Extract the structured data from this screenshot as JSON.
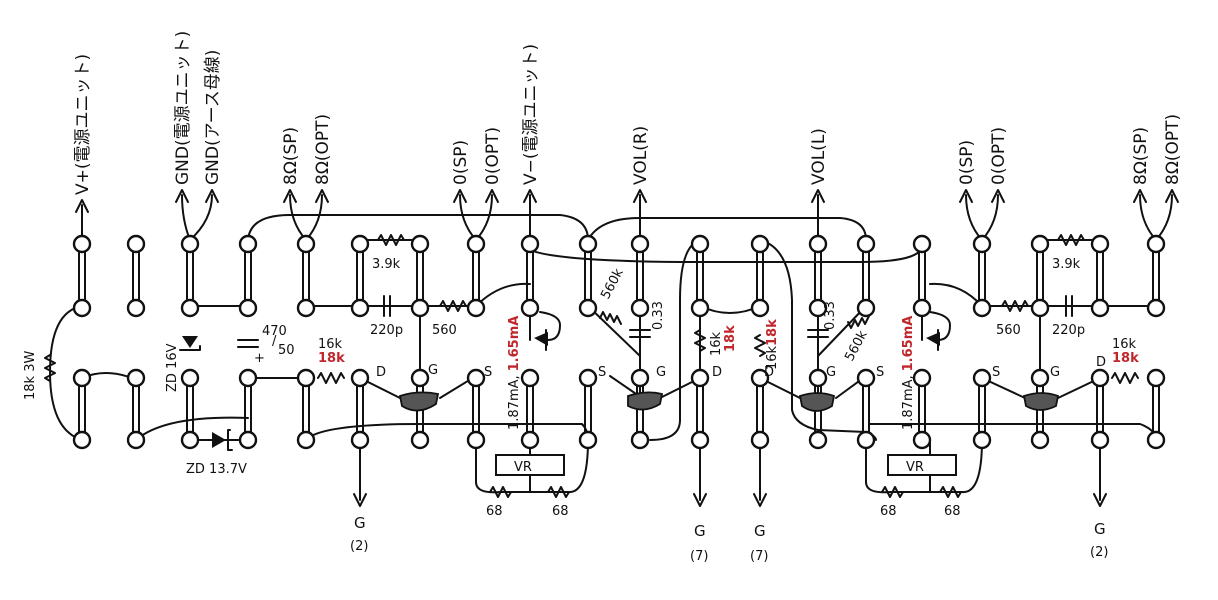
{
  "labels": {
    "vplus": "V+(電源ユニット)",
    "gnd1": "GND(電源ユニット)",
    "gnd2": "GND(アース母線)",
    "sp8_l": "8Ω(SP)",
    "opt8_l": "8Ω(OPT)",
    "sp0_l": "0(SP)",
    "opt0_l": "0(OPT)",
    "vminus": "V−(電源ユニット)",
    "vol_r": "VOL(R)",
    "vol_l": "VOL(L)",
    "sp0_r": "0(SP)",
    "opt0_r": "0(OPT)",
    "sp8_r": "8Ω(SP)",
    "opt8_r": "8Ω(OPT)"
  },
  "components": {
    "r18k3w": "18k 3W",
    "zd16": "ZD 16V",
    "zd137": "ZD 13.7V",
    "c470": "470",
    "c470v": "50",
    "c470plus": "+",
    "r16k_a": "16k",
    "r18k_a": "18k",
    "r39k_a": "3.9k",
    "c220_a": "220p",
    "r560_a": "560",
    "i_a_black": "1.87mA,",
    "i_a_red": "1.65mA",
    "r560k_a": "560k",
    "c033_a": "0.33",
    "r16k_b": "16k",
    "r18k_b": "18k",
    "r16k_c": "16k",
    "r18k_c": "18k",
    "c033_b": "0.33",
    "r560k_b": "560k",
    "i_b_black": "1.87mA,",
    "i_b_red": "1.65mA",
    "r560_b": "560",
    "c220_b": "220p",
    "r39k_b": "3.9k",
    "r16k_d": "16k",
    "r18k_d": "18k",
    "vr_a": "VR",
    "vr_b": "VR",
    "r68_a1": "68",
    "r68_a2": "68",
    "r68_b1": "68",
    "r68_b2": "68"
  },
  "pins": {
    "d1": "D",
    "g1": "G",
    "s1": "S",
    "s2": "S",
    "g2": "G",
    "d2": "D",
    "d3": "D",
    "g3": "G",
    "s3": "S",
    "s4": "S",
    "g4": "G",
    "d4": "D"
  },
  "grounds": {
    "g1": "G",
    "g1n": "(2)",
    "g2": "G",
    "g2n": "(7)",
    "g3": "G",
    "g3n": "(7)",
    "g4": "G",
    "g4n": "(2)"
  },
  "colors": {
    "ink": "#111111",
    "accent_red": "#c0272d",
    "paper": "#ffffff"
  }
}
